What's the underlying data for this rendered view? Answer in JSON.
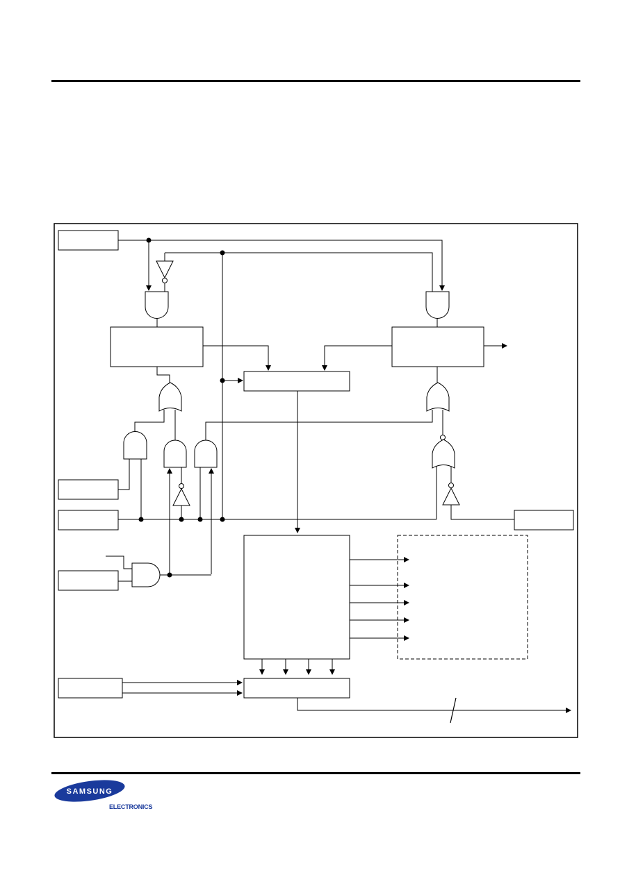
{
  "diagram": {
    "blocks": [],
    "connectors": "logic-gates-and-arrows"
  },
  "footer": {
    "brand": "SAMSUNG",
    "brand_sub": "ELECTRONICS",
    "brand_color": "#1a3a9c"
  }
}
